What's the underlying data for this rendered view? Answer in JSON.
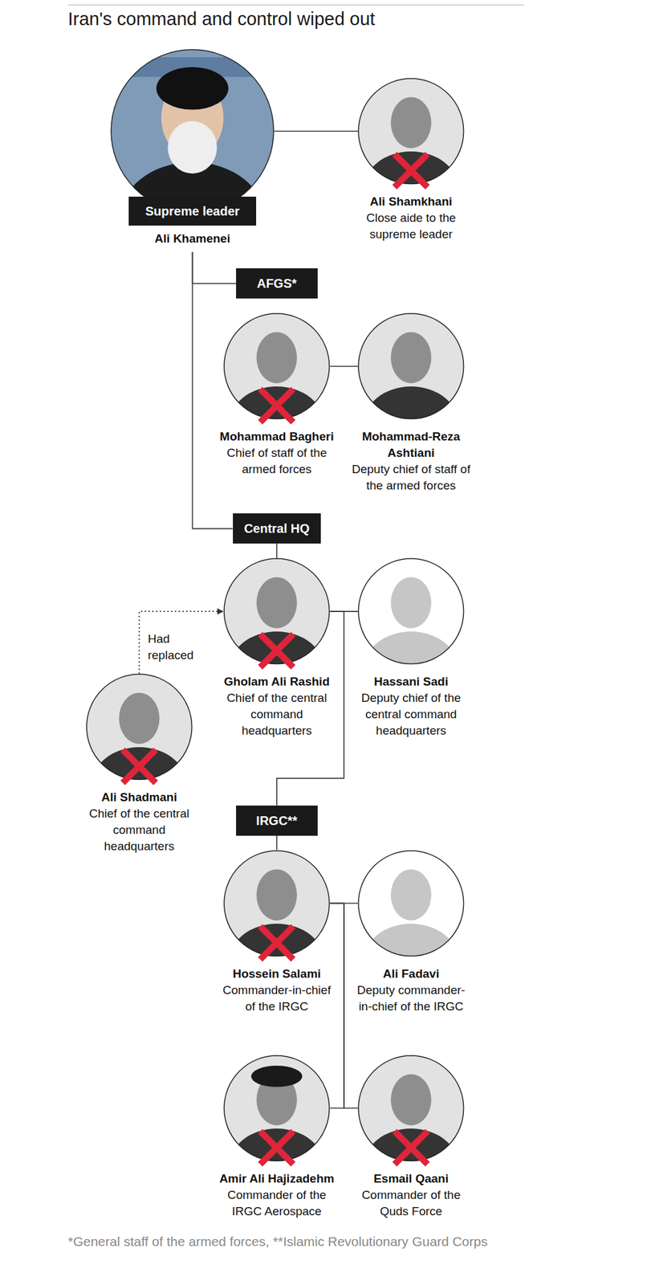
{
  "diagram": {
    "title": "Iran's command and control wiped out",
    "caption": "*General staff of the armed forces, **Islamic Revolutionary Guard Corps",
    "nodes": [
      {
        "text": [
          "Supreme leader",
          "Ali Khamenei"
        ]
      },
      {
        "text": [
          "Ali Shamkhani",
          "Close aide to the supreme leader"
        ]
      },
      {
        "text": [
          "AFGS*"
        ]
      },
      {
        "text": [
          "Mohammad Bagheri",
          "Chief of staff of the armed forces"
        ]
      },
      {
        "text": [
          "Mohammad-Reza Ashtiani",
          "Deputy chief of staff of the armed forces"
        ]
      },
      {
        "text": [
          "Central HQ"
        ]
      },
      {
        "text": [
          "Gholam Ali Rashid",
          "Chief of the central command headquarters"
        ]
      },
      {
        "text": [
          "Hassani Sadi",
          "Deputy chief of the central command headquarters"
        ]
      },
      {
        "text": [
          "Ali Shadmani",
          "Chief of the central command headquarters"
        ]
      },
      {
        "text": [
          "IRGC**"
        ]
      },
      {
        "text": [
          "Hossein Salami",
          "Commander-in-chief of the IRGC"
        ]
      },
      {
        "text": [
          "Ali Fadavi",
          "Deputy commander-in-chief of the IRGC"
        ]
      },
      {
        "text": [
          "Amir Ali Hajizadehm",
          "Commander of the IRGC Aerospace"
        ]
      },
      {
        "text": [
          "Esmail Qaani",
          "Commander of the Quds Force"
        ]
      }
    ],
    "edges": [
      {
        "from": 0,
        "to": 1,
        "arrow": "none"
      },
      {
        "from": 0,
        "to": 2,
        "arrow": "none"
      },
      {
        "from": 0,
        "to": 5,
        "arrow": "none"
      },
      {
        "from": 3,
        "to": 4,
        "arrow": "none"
      },
      {
        "from": 5,
        "to": 6,
        "arrow": "none"
      },
      {
        "from": 6,
        "to": 7,
        "arrow": "none"
      },
      {
        "from": 6,
        "to": 9,
        "arrow": "none"
      },
      {
        "from": 8,
        "to": 6,
        "label": "Had replaced",
        "arrow": "to"
      },
      {
        "from": 9,
        "to": 10,
        "arrow": "none"
      },
      {
        "from": 10,
        "to": 11,
        "arrow": "none"
      },
      {
        "from": 10,
        "to": 12,
        "arrow": "none"
      },
      {
        "from": 10,
        "to": 13,
        "arrow": "none"
      }
    ]
  }
}
